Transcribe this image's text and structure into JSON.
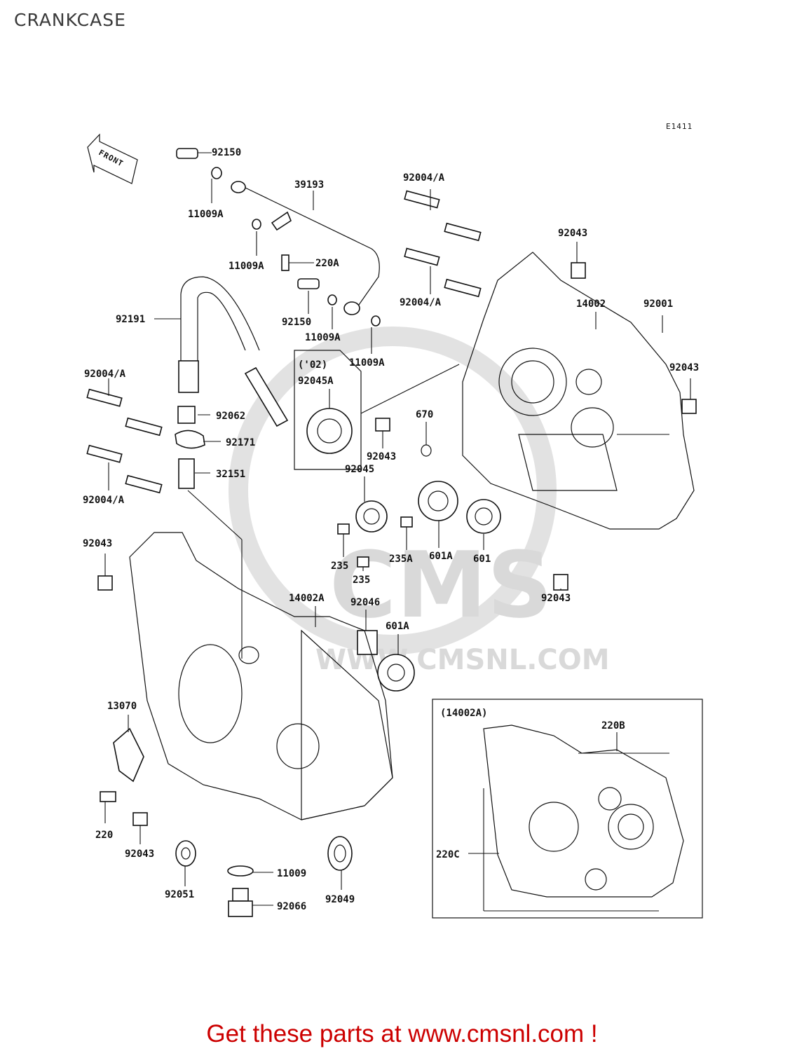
{
  "page": {
    "title": "CRANKCASE",
    "diagram_code": "E1411",
    "front_label": "FRONT",
    "inset_title": "(14002A)",
    "group_label": "('02)",
    "watermark_text": "CMS",
    "watermark_url": "WWW.CMSNL.COM",
    "footer": "Get these parts at www.cmsnl.com !"
  },
  "part_labels": [
    "92150",
    "11009A",
    "39193",
    "11009A",
    "220A",
    "92150",
    "11009A",
    "11009A",
    "92191",
    "92004/A",
    "92004/A",
    "92043",
    "14002",
    "92001",
    "92043",
    "92045A",
    "92043",
    "670",
    "92004/A",
    "92062",
    "92171",
    "32151",
    "92004/A",
    "92045",
    "235",
    "235",
    "235A",
    "601A",
    "601",
    "92043",
    "92043",
    "14002A",
    "92046",
    "601A",
    "13070",
    "220",
    "92043",
    "92051",
    "11009",
    "92066",
    "92049",
    "220B",
    "220C"
  ],
  "colors": {
    "footer": "#cc0000",
    "watermark": "#d9d9d9",
    "ink": "#111111"
  }
}
